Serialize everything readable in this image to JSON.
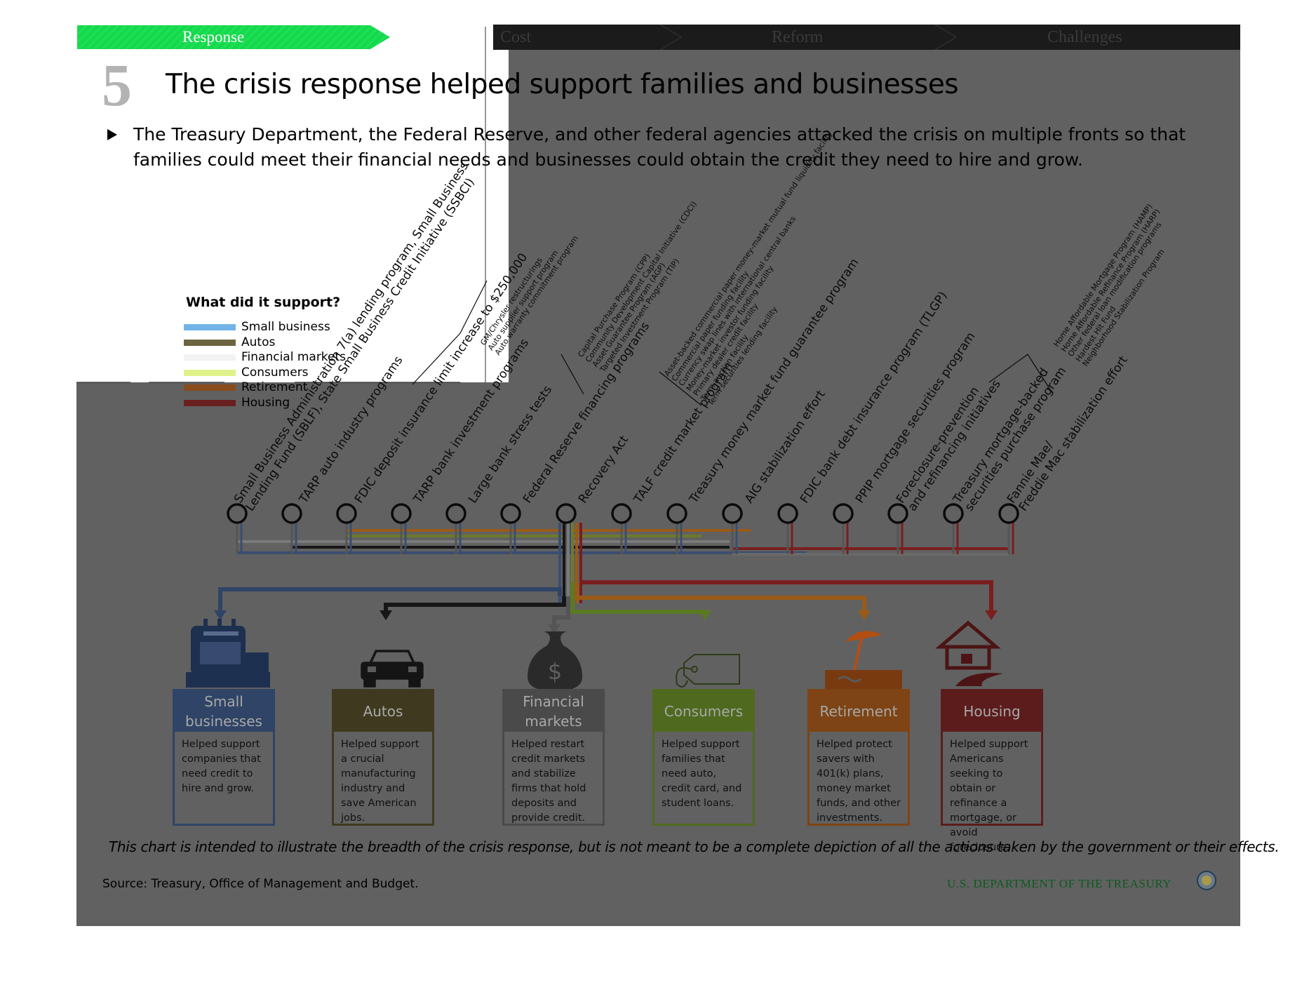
{
  "nav": {
    "tabs": [
      {
        "label": "Response",
        "active": true
      },
      {
        "label": "Cost"
      },
      {
        "label": "Reform"
      },
      {
        "label": "Challenges"
      }
    ]
  },
  "slide_number": "5",
  "title": "The crisis response helped support families and businesses",
  "intro": "The Treasury Department, the Federal Reserve, and other federal agencies attacked the crisis on multiple fronts so that families could meet their financial needs and businesses could obtain the credit they need to hire and grow.",
  "legend": {
    "title": "What did it support?",
    "items": [
      {
        "label": "Small business",
        "color": "#72b4e8"
      },
      {
        "label": "Autos",
        "color": "#6b6440"
      },
      {
        "label": "Financial markets",
        "color": "#f2f2f2"
      },
      {
        "label": "Consumers",
        "color": "#dff28a"
      },
      {
        "label": "Retirement",
        "color": "#8a4b1d"
      },
      {
        "label": "Housing",
        "color": "#6a1f1f"
      }
    ]
  },
  "programs": [
    {
      "lines": [
        "Small Business Administration 7(a) lending program, Small Business",
        "Lending Fund (SBLF), State Small Business Credit Initiative (SSBCI)"
      ]
    },
    {
      "lines": [
        "TARP auto industry programs"
      ],
      "sub": [
        "GM/Chrysler restructurings",
        "Auto supplier support program",
        "Auto warranty commitment program"
      ]
    },
    {
      "lines": [
        "FDIC deposit insurance limit increase to $250,000"
      ]
    },
    {
      "lines": [
        "TARP bank investment programs"
      ],
      "sub": [
        "Capital Purchase Program (CPP)",
        "Community Development Capital Initiative (CDCI)",
        "Asset Guarantee Program (AGP)",
        "Targeted Investment Program (TIP)"
      ]
    },
    {
      "lines": [
        "Large bank stress tests"
      ]
    },
    {
      "lines": [
        "Federal Reserve financing programs"
      ],
      "sub": [
        "Asset-backed commercial paper money-market mutual fund liquidity facility",
        "Commercial paper funding facility",
        "Currency swap lines with international central banks",
        "Money-market investor funding facility",
        "Primary dealer credit facility",
        "Term auction facility",
        "Term securities lending facility"
      ]
    },
    {
      "lines": [
        "Recovery Act"
      ]
    },
    {
      "lines": [
        "TALF credit market program"
      ]
    },
    {
      "lines": [
        "Treasury money market fund guarantee program"
      ]
    },
    {
      "lines": [
        "AIG stabilization effort"
      ]
    },
    {
      "lines": [
        "FDIC bank debt insurance program (TLGP)"
      ]
    },
    {
      "lines": [
        "PPIP mortgage securities program"
      ]
    },
    {
      "lines": [
        "Foreclosure-prevention",
        "and refinancing initiatives"
      ],
      "sub": [
        "Home Affordable Mortgage Program (HAMP)",
        "Home Affordable Refinance Program (HARP)",
        "Other federal loan modification programs",
        "Hardest Hit Fund",
        "Neighborhood Stabilization Program"
      ]
    },
    {
      "lines": [
        "Treasury mortgage-backed",
        "securities purchase program"
      ]
    },
    {
      "lines": [
        "Fannie Mae/",
        "Freddie Mac stabilization effort"
      ]
    }
  ],
  "categories": [
    {
      "name": "Small\nbusinesses",
      "description": "Helped support companies that need credit to hire and grow.",
      "color": "#2f4466",
      "icon": "cash-register-icon"
    },
    {
      "name": "Autos",
      "description": "Helped support a crucial manufacturing industry and save American jobs.",
      "color": "#3f3a1f",
      "icon": "car-icon"
    },
    {
      "name": "Financial\nmarkets",
      "description": "Helped restart credit markets and stabilize firms that hold deposits and provide credit.",
      "color": "#4a4a4a",
      "icon": "money-bag-icon"
    },
    {
      "name": "Consumers",
      "description": "Helped support families that need auto, credit card, and student loans.",
      "color": "#4f6a1f",
      "icon": "price-tag-icon"
    },
    {
      "name": "Retirement",
      "description": "Helped protect savers with 401(k) plans, money market funds, and other investments.",
      "color": "#7e4415",
      "icon": "beach-umbrella-icon"
    },
    {
      "name": "Housing",
      "description": "Helped support Americans seeking to obtain or refinance a mortgage, or avoid foreclosure.",
      "color": "#5c1c1c",
      "icon": "house-icon"
    }
  ],
  "disclaimer": "This chart is intended to illustrate the breadth of the crisis response, but is not meant to be a complete depiction of all the actions taken by the government or their effects.",
  "source": "Source: Treasury, Office of Management and Budget.",
  "footer": {
    "org": "U.S. DEPARTMENT OF THE TREASURY",
    "seal_icon": "treasury-seal-icon"
  }
}
